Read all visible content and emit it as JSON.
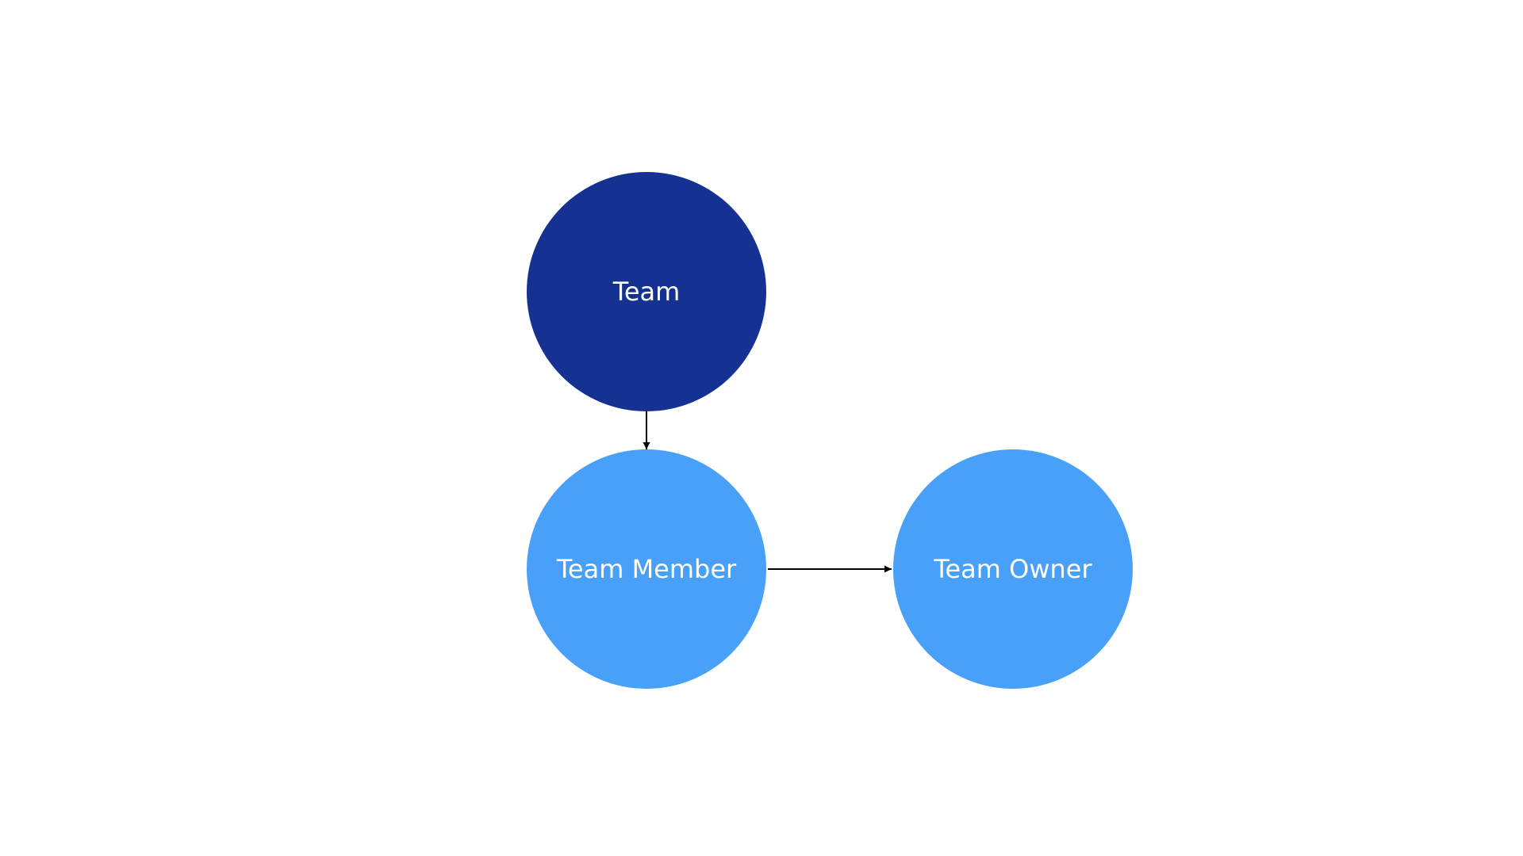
{
  "diagram": {
    "nodes": [
      {
        "id": "team",
        "label": "Team",
        "color": "#153293"
      },
      {
        "id": "team_member",
        "label": "Team Member",
        "color": "#48a0f8"
      },
      {
        "id": "team_owner",
        "label": "Team Owner",
        "color": "#48a0f8"
      }
    ],
    "edges": [
      {
        "from": "team",
        "to": "team_member"
      },
      {
        "from": "team_member",
        "to": "team_owner"
      }
    ],
    "edge_color": "#000000"
  }
}
